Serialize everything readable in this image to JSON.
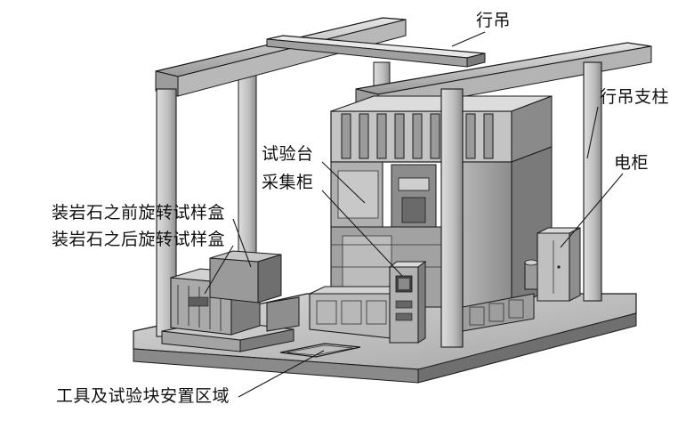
{
  "labels": {
    "crane": "行吊",
    "crane_column": "行吊支柱",
    "test_bench": "试验台",
    "acquisition_cabinet": "采集柜",
    "electric_cabinet": "电柜",
    "box_before": "装岩石之前旋转试样盒",
    "box_after": "装岩石之后旋转试样盒",
    "tool_area": "工具及试验块安置区域"
  },
  "colors": {
    "line": "#1a1a1a",
    "frame_light": "#d4d4d4",
    "frame_mid": "#a8a8a8",
    "frame_dark": "#6e6e6e",
    "base_top": "#c9c9c9",
    "base_side": "#8a8a8a"
  }
}
